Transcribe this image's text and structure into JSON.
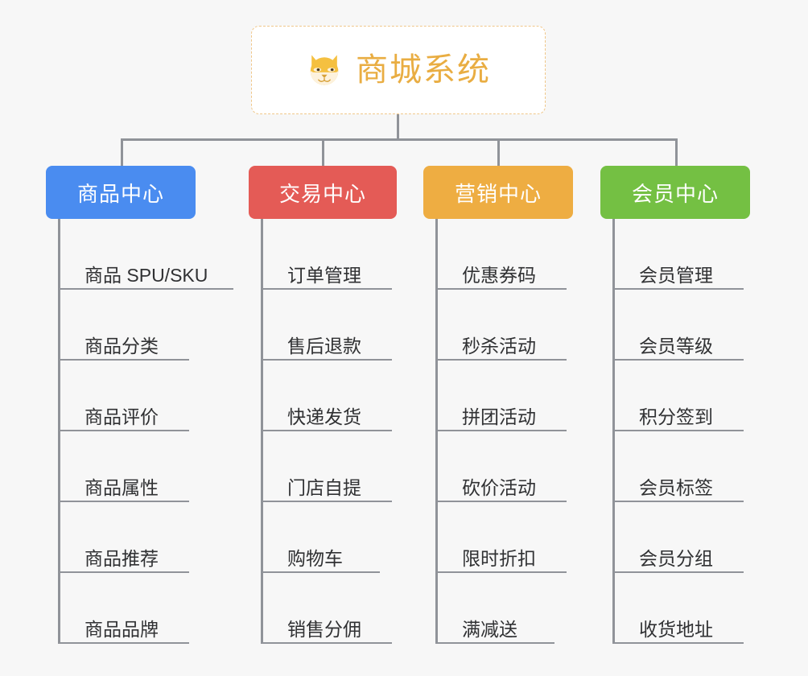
{
  "background_color": "#f7f7f7",
  "root": {
    "icon": "shiba-dog-face-icon",
    "title": "商城系统",
    "title_color": "#e9ad42",
    "border_color": "#f0c78a",
    "background_color": "#ffffff"
  },
  "connector_color": "#909399",
  "categories": [
    {
      "label": "商品中心",
      "color": "#4a8cf0",
      "items": [
        "商品 SPU/SKU",
        "商品分类",
        "商品评价",
        "商品属性",
        "商品推荐",
        "商品品牌"
      ]
    },
    {
      "label": "交易中心",
      "color": "#e45b56",
      "items": [
        "订单管理",
        "售后退款",
        "快递发货",
        "门店自提",
        "购物车",
        "销售分佣"
      ]
    },
    {
      "label": "营销中心",
      "color": "#eead42",
      "items": [
        "优惠券码",
        "秒杀活动",
        "拼团活动",
        "砍价活动",
        "限时折扣",
        "满减送"
      ]
    },
    {
      "label": "会员中心",
      "color": "#74c043",
      "items": [
        "会员管理",
        "会员等级",
        "积分签到",
        "会员标签",
        "会员分组",
        "收货地址"
      ]
    }
  ]
}
